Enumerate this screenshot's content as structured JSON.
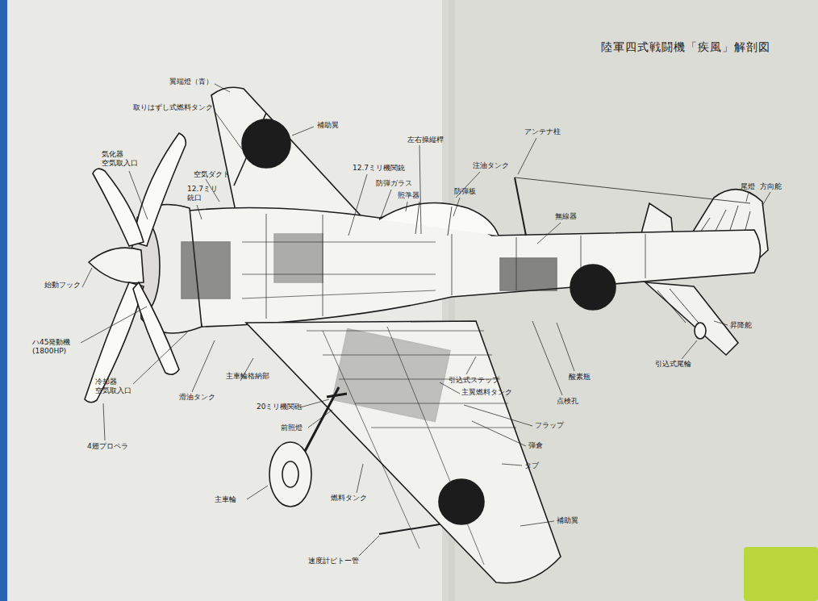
{
  "diagram": {
    "title": "陸軍四式戦闘機「疾風」解剖図",
    "labels": [
      "翼端燈（青）",
      "取りはずし式燃料タンク",
      "補助翼",
      "気化器 空気取入口",
      "空気ダクト",
      "12.7ミリ 銃口",
      "12.7ミリ機関銃",
      "防弾ガラス",
      "照準器",
      "左右操縦桿",
      "アンテナ柱",
      "注油タンク",
      "防弾板",
      "無線器",
      "尾燈",
      "方向舵",
      "始動フック",
      "ハ45発動機 (1800HP)",
      "冷却器 空気取入口",
      "滑油タンク",
      "主車輪格納部",
      "20ミリ機関砲",
      "前照燈",
      "4翅プロペラ",
      "主車輪",
      "燃料タンク",
      "速度計ピトー管",
      "引込式ステップ",
      "主翼燃料タンク",
      "酸素瓶",
      "点検孔",
      "フラップ",
      "弾倉",
      "タブ",
      "補助翼",
      "昇降舵",
      "引込式尾輪"
    ]
  }
}
